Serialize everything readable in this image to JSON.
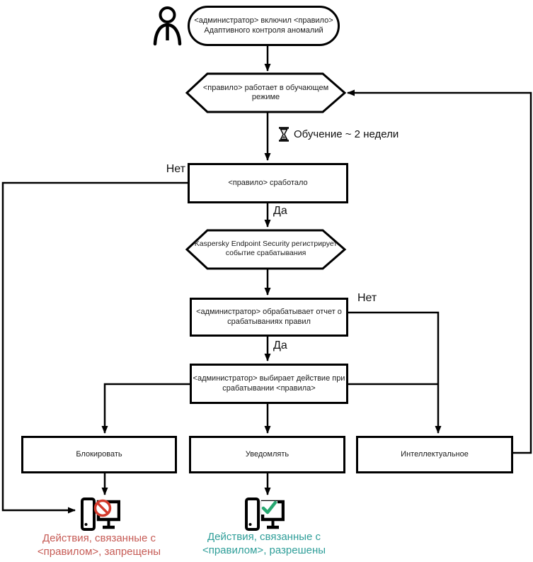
{
  "colors": {
    "line": "#000000",
    "box_border": "#000000",
    "text": "#1a1a1a",
    "blocked_text": "#c65b55",
    "allowed_text": "#2f9e99",
    "prohibition_red": "#d33a2c",
    "check_green": "#27a871"
  },
  "icons": {
    "person": "person-icon",
    "hourglass": "hourglass-icon",
    "computer_blocked": "computer-blocked-icon",
    "computer_allowed": "computer-allowed-icon"
  },
  "nodes": {
    "start": [
      "<администратор> включил <правило>",
      "Адаптивного контроля аномалий"
    ],
    "training_mode": [
      "<правило>  работает в обучающем",
      "режиме"
    ],
    "rule_triggered": "<правило> сработало",
    "kes_registers": [
      "Kaspersky Endpoint Security регистрирует",
      "событие срабатывания"
    ],
    "admin_report": [
      "<администратор> обрабатывает отчет о",
      "срабатываниях правил"
    ],
    "admin_action": [
      "<администратор> выбирает действие при",
      "срабатывании <правила>"
    ],
    "block": "Блокировать",
    "notify": "Уведомлять",
    "smart": "Интеллектуальное"
  },
  "labels": {
    "no_left": "Нет",
    "yes_top": "Да",
    "no_right": "Нет",
    "yes_bottom": "Да",
    "training_duration": "Обучение ~ 2 недели"
  },
  "results": {
    "blocked": [
      "Действия, связанные с",
      "<правилом>, запрещены"
    ],
    "allowed": [
      "Действия, связанные с",
      "<правилом>, разрешены"
    ]
  }
}
